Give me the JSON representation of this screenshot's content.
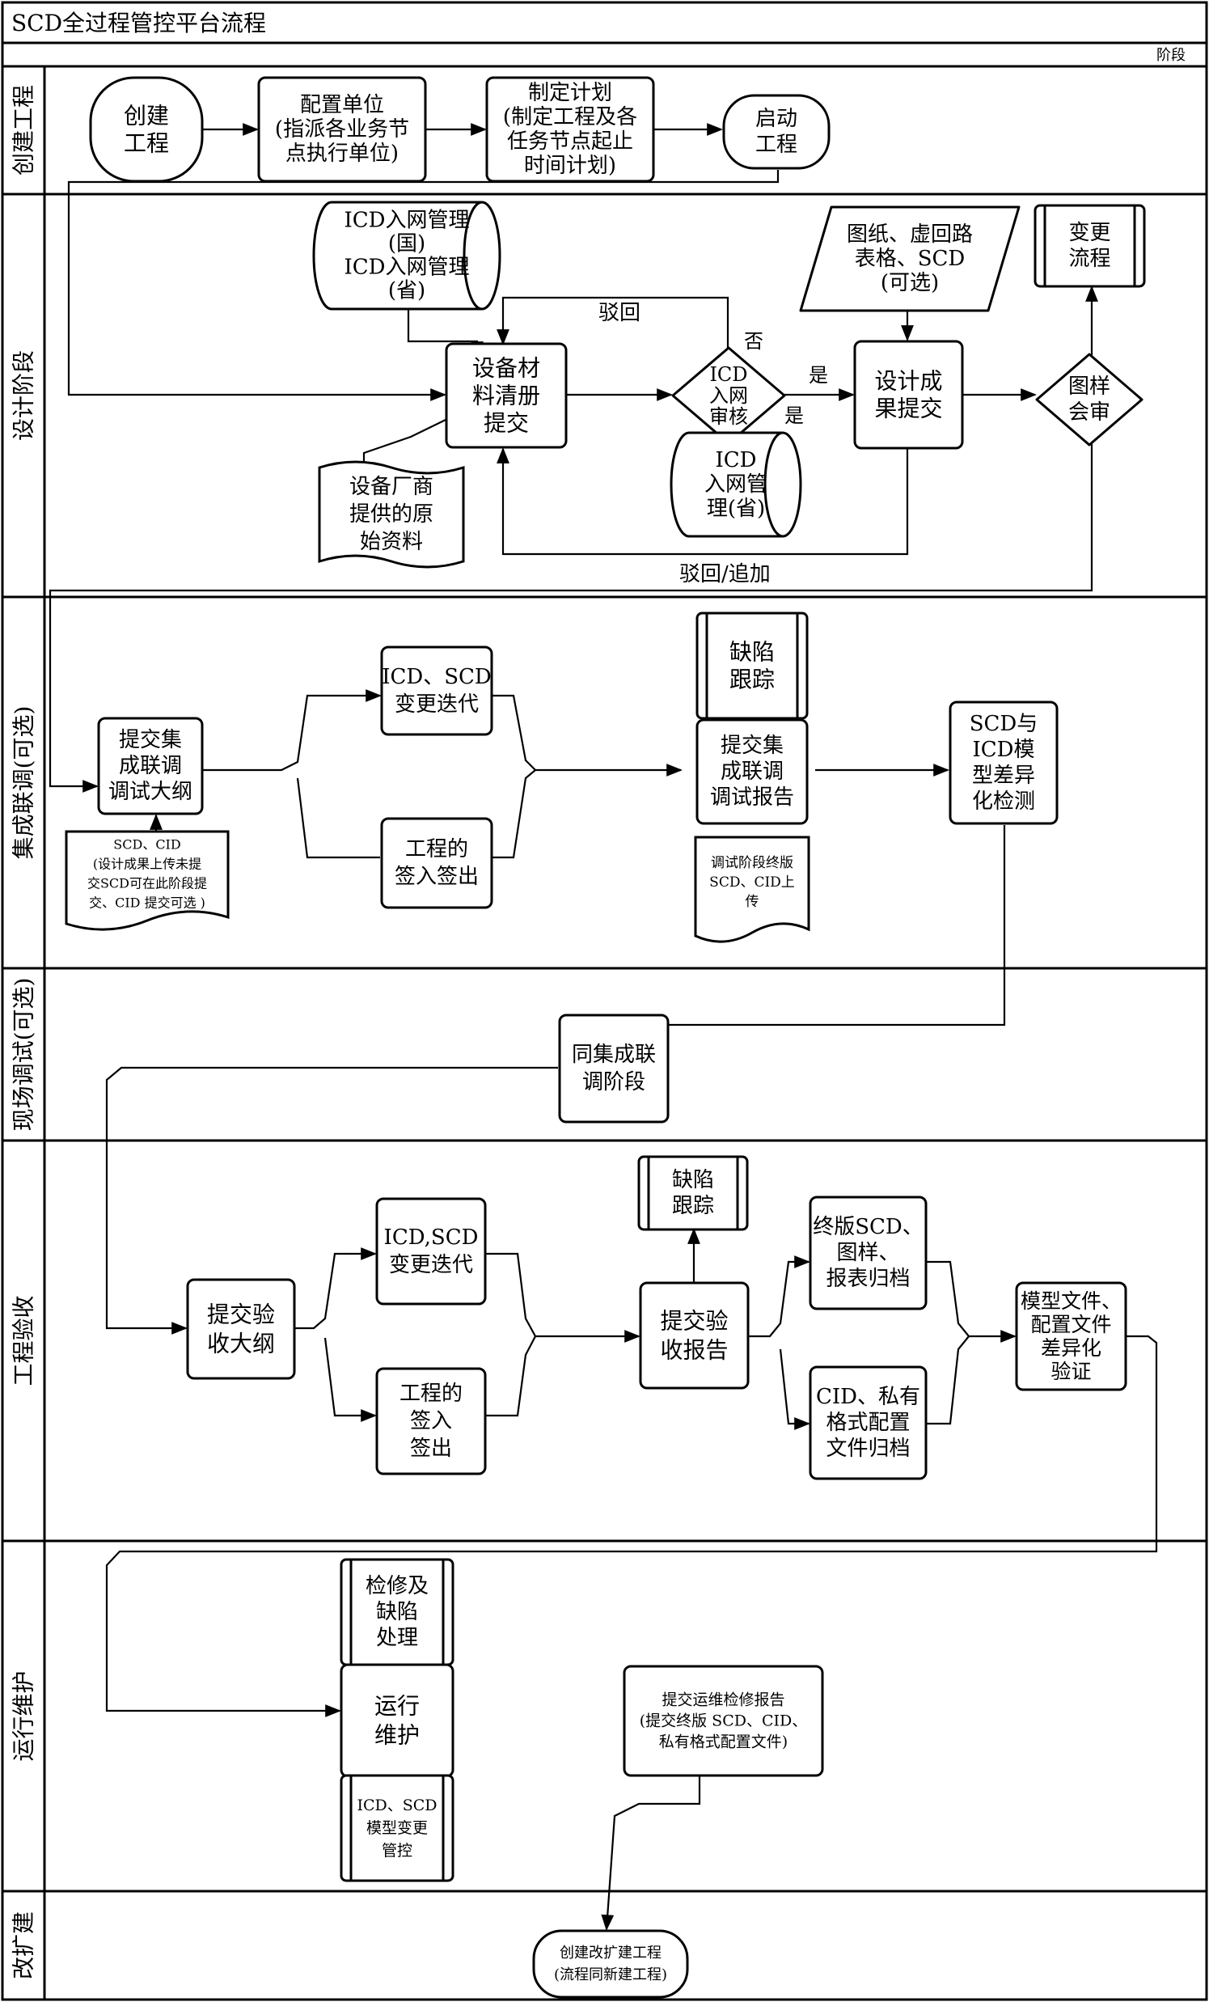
{
  "title": "SCD全过程管控平台流程",
  "stage_header": "阶段",
  "lanes": [
    {
      "id": "lane-create",
      "label": "创建工程"
    },
    {
      "id": "lane-design",
      "label": "设计阶段"
    },
    {
      "id": "lane-integration",
      "label": "集成联调(可选)"
    },
    {
      "id": "lane-field",
      "label": "现场调试(可选)"
    },
    {
      "id": "lane-acceptance",
      "label": "工程验收"
    },
    {
      "id": "lane-operation",
      "label": "运行维护"
    },
    {
      "id": "lane-expansion",
      "label": "改扩建"
    }
  ],
  "nodes": {
    "create_project": [
      "创建",
      "工程"
    ],
    "config_unit": [
      "配置单位",
      "(指派各业务节",
      "点执行单位)"
    ],
    "make_plan": [
      "制定计划",
      "(制定工程及各",
      "任务节点起止",
      "时间计划)"
    ],
    "start_project": [
      "启动",
      "工程"
    ],
    "icd_network_db": [
      "ICD入网管理",
      "(国)",
      "ICD入网管理",
      "(省)"
    ],
    "equipment_list": [
      "设备材",
      "料清册",
      "提交"
    ],
    "icd_review": [
      "ICD",
      "入网",
      "审核"
    ],
    "icd_province_db": [
      "ICD",
      "入网管",
      "理(省)"
    ],
    "vendor_data": [
      "设备厂商",
      "提供的原",
      "始资料"
    ],
    "drawings_input": [
      "图纸、虚回路",
      "表格、SCD",
      "(可选)"
    ],
    "design_submit": [
      "设计成",
      "果提交"
    ],
    "change_process": [
      "变更",
      "流程"
    ],
    "drawing_review": [
      "图样",
      "会审"
    ],
    "submit_joint_outline": [
      "提交集",
      "成联调",
      "调试大纲"
    ],
    "scd_cid_doc": [
      "SCD、CID",
      "(设计成果上传未提",
      "交SCD可在此阶段提",
      "交、CID 提交可选  )"
    ],
    "icd_scd_iter_1": [
      "ICD、SCD",
      "变更迭代"
    ],
    "signin_1": [
      "工程的",
      "签入签出"
    ],
    "defect_track_1": [
      "缺陷",
      "跟踪"
    ],
    "submit_joint_report": [
      "提交集",
      "成联调",
      "调试报告"
    ],
    "final_scd_doc": [
      "调试阶段终版",
      "SCD、CID上",
      "传"
    ],
    "scd_icd_diff": [
      "SCD与",
      "ICD模",
      "型差异",
      "化检测"
    ],
    "same_joint_stage": [
      "同集成联",
      "调阶段"
    ],
    "submit_acceptance_outline": [
      "提交验",
      "收大纲"
    ],
    "icd_scd_iter_2": [
      "ICD,SCD",
      "变更迭代"
    ],
    "signin_2": [
      "工程的",
      "签入",
      "签出"
    ],
    "defect_track_2": [
      "缺陷",
      "跟踪"
    ],
    "submit_acceptance_report": [
      "提交验",
      "收报告"
    ],
    "final_archive": [
      "终版SCD、",
      "图样、",
      "报表归档"
    ],
    "cid_archive": [
      "CID、私有",
      "格式配置",
      "文件归档"
    ],
    "model_diff_verify": [
      "模型文件、",
      "配置文件",
      "差异化",
      "验证"
    ],
    "repair_defect": [
      "检修及",
      "缺陷",
      "处理"
    ],
    "operation_maintain": [
      "运行",
      "维护"
    ],
    "model_change_ctrl": [
      "ICD、SCD",
      "模型变更",
      "管控"
    ],
    "submit_ops_report": [
      "提交运维检修报告",
      "(提交终版 SCD、CID、",
      "私有格式配置文件)"
    ],
    "create_expansion": [
      "创建改扩建工程",
      "(流程同新建工程)"
    ]
  },
  "edge_labels": {
    "reject": "驳回",
    "no": "否",
    "yes_1": "是",
    "yes_2": "是",
    "reject_add": "驳回/追加"
  }
}
